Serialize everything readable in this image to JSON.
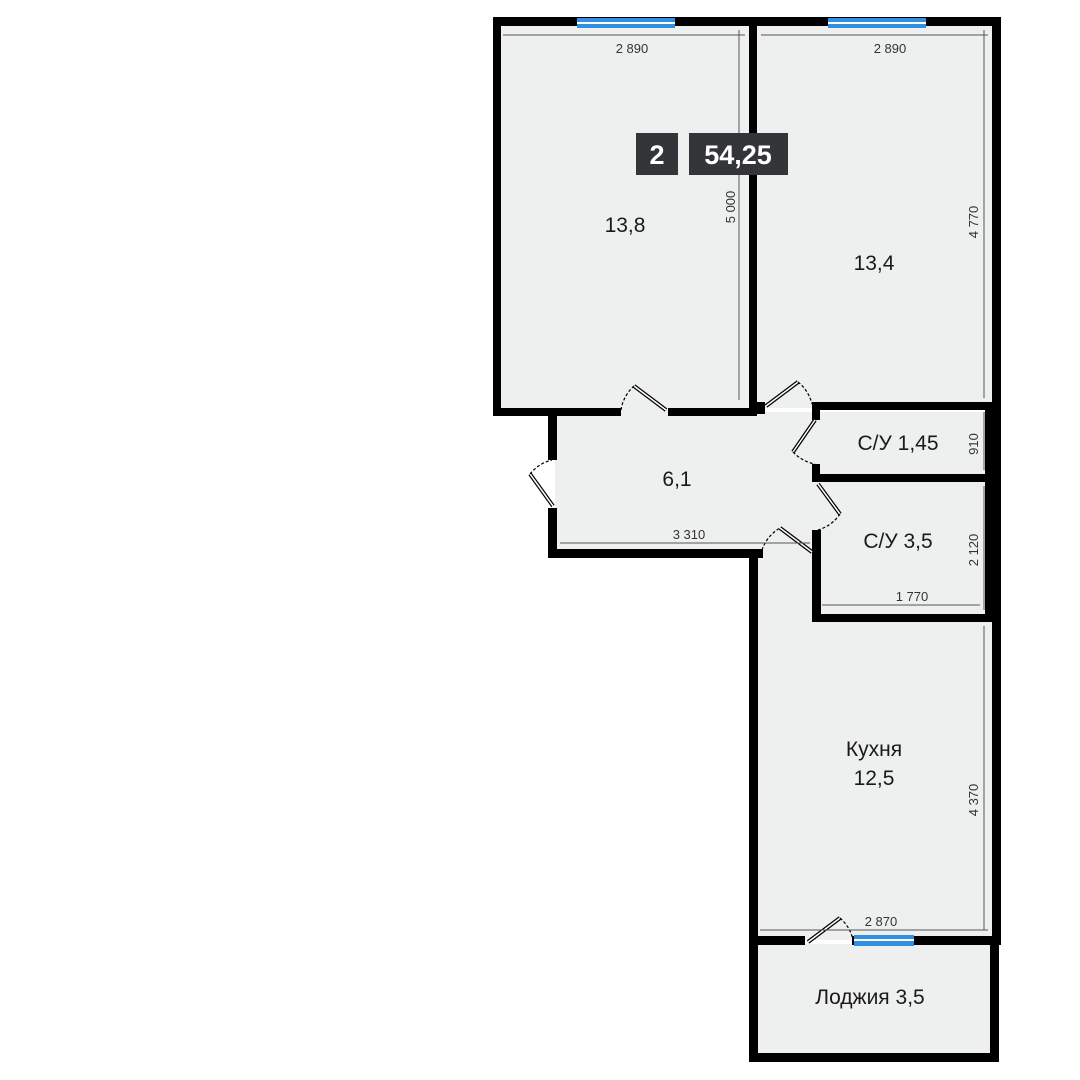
{
  "apartment": {
    "rooms_count": "2",
    "total_area": "54,25"
  },
  "rooms": {
    "bedroom_left": "13,8",
    "bedroom_right": "13,4",
    "hallway": "6,1",
    "bathroom_small": "С/У 1,45",
    "bathroom_large": "С/У 3,5",
    "kitchen_name": "Кухня",
    "kitchen_area": "12,5",
    "loggia": "Лоджия 3,5"
  },
  "dimensions": {
    "bedroom_left_width": "2 890",
    "bedroom_left_depth": "5 000",
    "bedroom_right_width": "2 890",
    "bedroom_right_depth": "4 770",
    "bathroom_small_depth": "910",
    "bathroom_large_depth": "2 120",
    "bathroom_large_width": "1 770",
    "hallway_length": "3 310",
    "kitchen_depth": "4 370",
    "kitchen_width": "2 870"
  },
  "colors": {
    "wall": "#000000",
    "floor": "#eef0ef",
    "window": "#2f8fe0",
    "badge": "#333539"
  }
}
